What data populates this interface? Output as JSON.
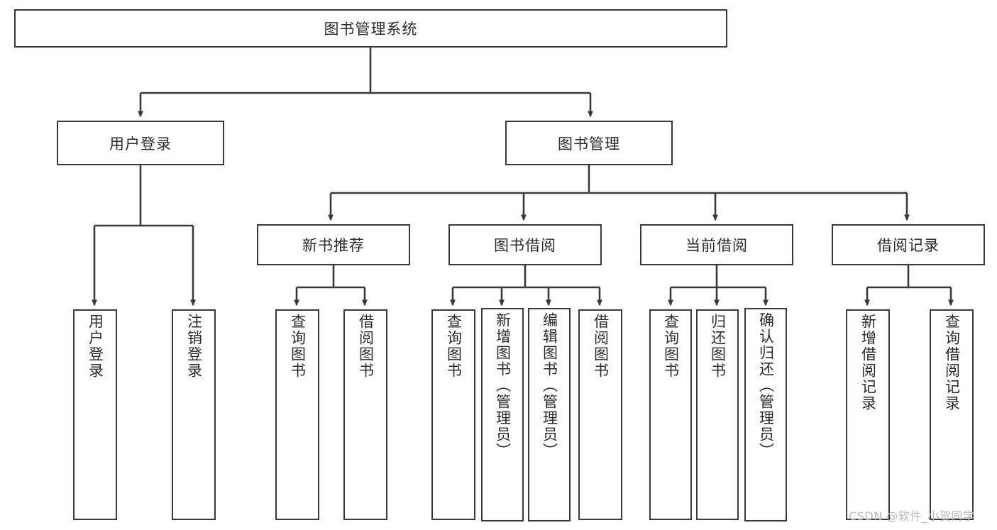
{
  "diagram": {
    "type": "tree",
    "title": "图书管理系统",
    "root": {
      "id": "root",
      "label": "图书管理系统",
      "level": 0
    },
    "level2": [
      {
        "id": "user-login",
        "label": "用户登录"
      },
      {
        "id": "book-manage",
        "label": "图书管理"
      }
    ],
    "level3": [
      {
        "id": "new-book-rec",
        "label": "新书推荐",
        "parent": "book-manage"
      },
      {
        "id": "book-borrow",
        "label": "图书借阅",
        "parent": "book-manage"
      },
      {
        "id": "current-borrow",
        "label": "当前借阅",
        "parent": "book-manage"
      },
      {
        "id": "borrow-record",
        "label": "借阅记录",
        "parent": "book-manage"
      }
    ],
    "leaves": [
      {
        "id": "leaf-user-login",
        "label": "用户登录",
        "parent": "user-login"
      },
      {
        "id": "leaf-user-logout",
        "label": "注销登录",
        "parent": "user-login"
      },
      {
        "id": "leaf-query-book-1",
        "label": "查询图书",
        "parent": "new-book-rec"
      },
      {
        "id": "leaf-borrow-book-1",
        "label": "借阅图书",
        "parent": "new-book-rec"
      },
      {
        "id": "leaf-query-book-2",
        "label": "查询图书",
        "parent": "book-borrow"
      },
      {
        "id": "leaf-add-book",
        "label": "新增图书（管理员）",
        "parent": "book-borrow"
      },
      {
        "id": "leaf-edit-book",
        "label": "编辑图书（管理员）",
        "parent": "book-borrow"
      },
      {
        "id": "leaf-borrow-book-2",
        "label": "借阅图书",
        "parent": "book-borrow"
      },
      {
        "id": "leaf-query-book-3",
        "label": "查询图书",
        "parent": "current-borrow"
      },
      {
        "id": "leaf-return-book",
        "label": "归还图书",
        "parent": "current-borrow"
      },
      {
        "id": "leaf-confirm-return",
        "label": "确认归还（管理员）",
        "parent": "current-borrow"
      },
      {
        "id": "leaf-add-record",
        "label": "新增借阅记录",
        "parent": "borrow-record"
      },
      {
        "id": "leaf-query-record",
        "label": "查询借阅记录",
        "parent": "borrow-record"
      }
    ],
    "colors": {
      "box_border": "#3a3a3a",
      "box_fill": "#ffffff",
      "connector": "#3a3a3a",
      "text": "#2b2b2b",
      "watermark": "#b9b9b9"
    }
  },
  "watermark": {
    "text": "CSDN @软件_小贺同学"
  }
}
